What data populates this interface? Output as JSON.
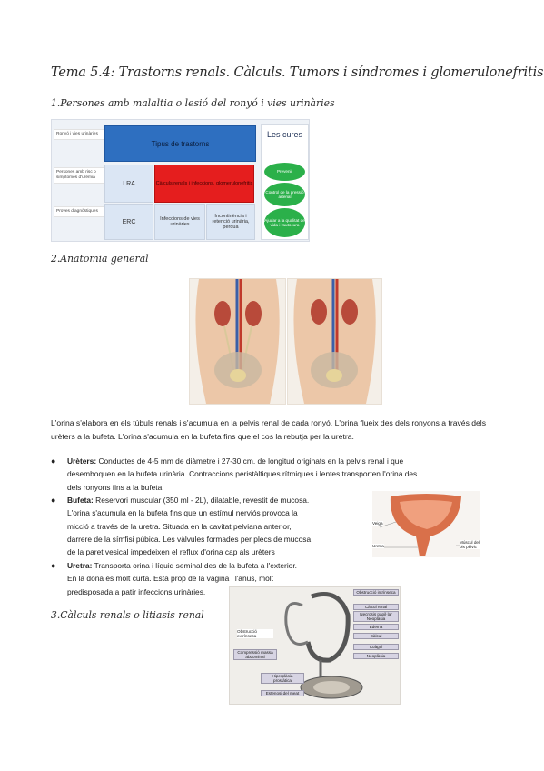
{
  "doc": {
    "title": "Tema 5.4: Trastorns renals. Càlculs. Tumors i síndromes i glomerulonefritis.",
    "sections": [
      "1.Persones amb malaltia o lesió del ronyó i vies urinàries",
      "2.Anatomia general",
      "3.Càlculs renals o litiasis renal"
    ]
  },
  "infographic": {
    "row_labels": [
      "Ronyó i vies urinàries",
      "Persones amb risc o simptomes d'urèmia",
      "Proves diagnòstiques"
    ],
    "header": "Tipus de trastorns",
    "cells": {
      "lra": "LRA",
      "red": "Càlculs renals i infeccions, glomerulonefritis",
      "erc": "ERC",
      "c1": "Infeccions de vies urinàries",
      "c2": "Incontinència i retenció urinària, pèrdua"
    },
    "cures_title": "Les cures",
    "ovals": [
      "Prevenir",
      "Control de la pressió arterial",
      "Ajudar a la qualitat de vida i l'autocura"
    ]
  },
  "body": {
    "paragraph": "L'orina s'elabora en els túbuls renals i s'acumula en la pelvis renal de cada ronyó. L'orina flueix des dels ronyons a través dels urèters a la bufeta. L'orina s'acumula en la bufeta fins que el cos la rebutja per la uretra.",
    "bullets": [
      {
        "term": "Urèters:",
        "lines": [
          " Conductes de 4-5 mm de diàmetre i 27-30 cm. de longitud originats en la pelvis renal i que",
          "desemboquen en la bufeta urinària. Contraccions peristàltiques rítmiques i lentes transporten l'orina des",
          "dels ronyons fins a la bufeta"
        ]
      },
      {
        "term": "Bufeta:",
        "lines": [
          " Reservori muscular (350 ml - 2L), dilatable, revestit de mucosa.",
          "L'orina s'acumula en la bufeta fins que un estímul nerviós provoca la",
          "micció a través de la uretra. Situada en la cavitat pelviana anterior,",
          "darrere de la símfisi púbica. Les vàlvules formades per plecs de mucosa",
          "de la paret vesical impedeixen el reflux d'orina cap als urèters"
        ]
      },
      {
        "term": "Uretra:",
        "lines": [
          " Transporta orina i líquid seminal des de la bufeta a l'exterior.",
          "En la dona és molt curta. Està prop de la vagina i l'anus, molt",
          "predisposada a patir infeccions urinàries."
        ]
      }
    ]
  },
  "bladder_labels": [
    "Veiga",
    "Uretra",
    "Múscul del pis pèlvic"
  ],
  "diagram": {
    "left": [
      "Obstrucció extrínseca",
      "Compressió massa abdominal",
      "Hiperplàsia prostàtica",
      "Estenosi del meat"
    ],
    "right": [
      "Obstrucció intrínseca",
      "Càlcul renal",
      "Necrosis papil·lar Neoplàsia",
      "Edema",
      "Càlcul",
      "Coàgul",
      "Neoplàsia"
    ]
  },
  "colors": {
    "header_blue": "#2e6fc0",
    "red_cell": "#e51e1e",
    "cures_green": "#2bb04a"
  }
}
